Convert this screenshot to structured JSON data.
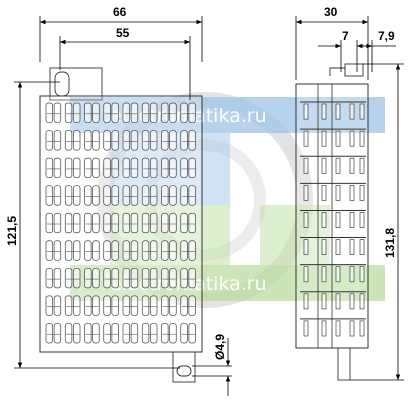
{
  "dimensions": {
    "front_width_overall": "66",
    "front_width_inner": "55",
    "front_height": "121,5",
    "hole_diameter": "Ø4,9",
    "side_width": "30",
    "side_pitch": "7",
    "side_offset": "7,9",
    "side_height": "131,8"
  },
  "watermark": {
    "text_top": "electromatika.ru",
    "text_bottom": "electromatika.ru",
    "colors": {
      "blue": "#9ec3e6",
      "green": "#b9dca0",
      "grey": "#dcdcdc"
    }
  },
  "front_view": {
    "columns": 8,
    "rows": 9
  },
  "side_view": {
    "levels": 9
  }
}
